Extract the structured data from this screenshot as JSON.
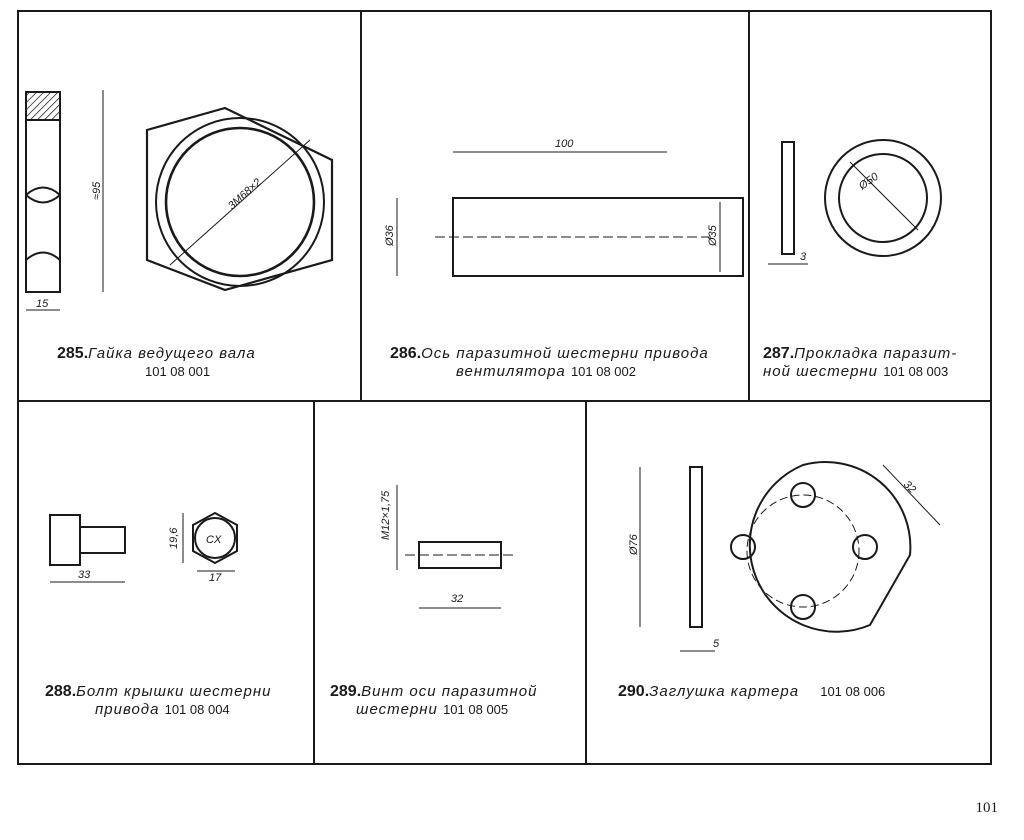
{
  "page_number": "101",
  "parts": [
    {
      "num": "285.",
      "title": "Гайка ведущего вала",
      "title2": "",
      "code": "101 08 001",
      "dims": [
        "≈95",
        "3M68×2",
        "15"
      ]
    },
    {
      "num": "286.",
      "title": "Ось паразитной шестерни привода",
      "title2": "вентилятора",
      "code": "101 08 002",
      "dims": [
        "100",
        "Ø36",
        "Ø35"
      ]
    },
    {
      "num": "287.",
      "title": "Прокладка паразит-",
      "title2": "ной шестерни",
      "code": "101 08 003",
      "dims": [
        "Ø50",
        "3"
      ]
    },
    {
      "num": "288.",
      "title": "Болт крышки шестерни",
      "title2": "привода",
      "code": "101 08 004",
      "dims": [
        "19,6",
        "33",
        "CX",
        "17"
      ]
    },
    {
      "num": "289.",
      "title": "Винт оси паразитной",
      "title2": "шестерни",
      "code": "101 08 005",
      "dims": [
        "M12×1,75",
        "32"
      ]
    },
    {
      "num": "290.",
      "title": "Заглушка картера",
      "title2": "",
      "code": "101 08 006",
      "dims": [
        "Ø76",
        "32",
        "5"
      ]
    }
  ]
}
